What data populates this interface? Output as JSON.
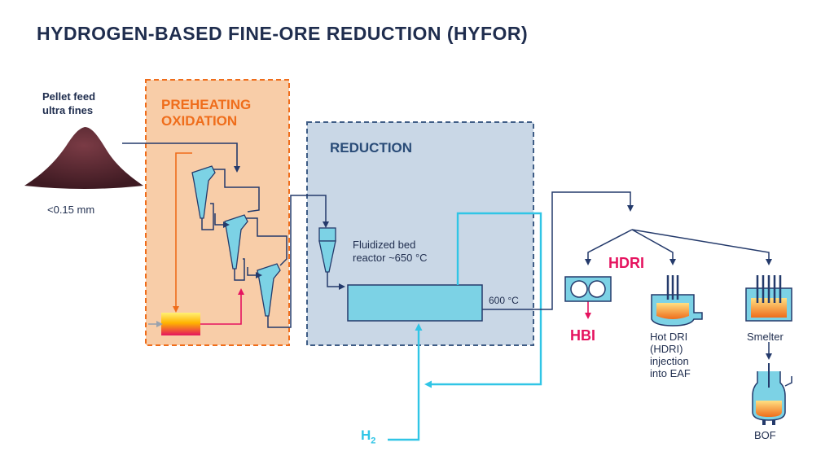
{
  "title": "HYDROGEN-BASED FINE-ORE REDUCTION (HYFOR)",
  "feed": {
    "line1": "Pellet feed",
    "line2": "ultra fines",
    "size": "<0.15 mm"
  },
  "preheat": {
    "line1": "PREHEATING",
    "line2": "OXIDATION"
  },
  "reduction": {
    "label": "REDUCTION",
    "reactor_line1": "Fluidized bed",
    "reactor_line2": "reactor ~650 °C",
    "outlet_temp": "600 °C"
  },
  "products": {
    "hdri": "HDRI",
    "hbi": "HBI",
    "hot_dri": [
      "Hot DRI",
      "(HDRI)",
      "injection",
      "into EAF"
    ],
    "smelter": "Smelter",
    "bof": "BOF"
  },
  "gas": {
    "symbol": "H",
    "subscript": "2"
  },
  "colors": {
    "preheat_zone": "#f8cda8",
    "preheat_border": "#ef6d1b",
    "reduction_zone": "#c9d7e6",
    "reduction_border": "#3f5d86",
    "equipment": "#7cd2e5",
    "process_line": "#243a6b",
    "hydrogen": "#30c5e6",
    "accent": "#e5135f"
  }
}
